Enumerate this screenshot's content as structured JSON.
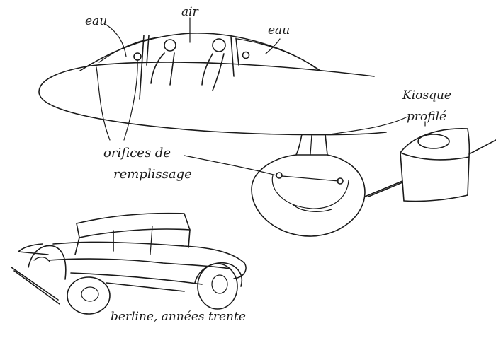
{
  "labels": {
    "water_left": "eau",
    "air": "air",
    "water_right": "eau",
    "filling_holes_line1": "orifices de",
    "filling_holes_line2": "remplissage",
    "kiosk_line1": "Kiosque",
    "kiosk_line2": "profilé",
    "sedan_caption": "berline, années trente"
  }
}
